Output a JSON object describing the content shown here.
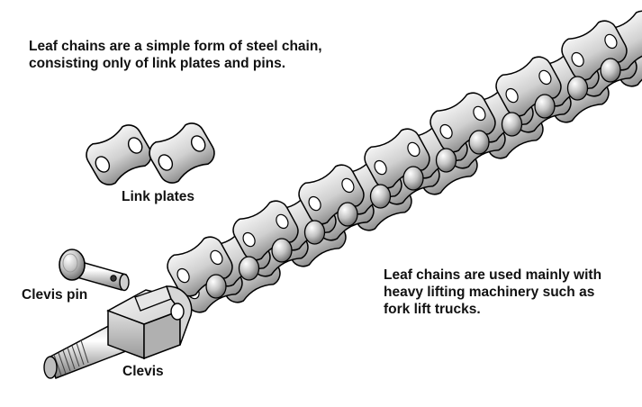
{
  "intro": {
    "line1": "Leaf chains are a simple form of steel chain,",
    "line2": "consisting only of link plates and pins."
  },
  "labels": {
    "link_plates": "Link plates",
    "clevis_pin": "Clevis pin",
    "clevis": "Clevis"
  },
  "note": {
    "line1": "Leaf chains are used mainly with",
    "line2": "heavy lifting machinery such as",
    "line3": "fork lift trucks."
  },
  "colors": {
    "metal_light": "#f2f2f2",
    "metal_mid": "#c8c8c8",
    "metal_dark": "#8a8a8a",
    "outline": "#000000"
  }
}
